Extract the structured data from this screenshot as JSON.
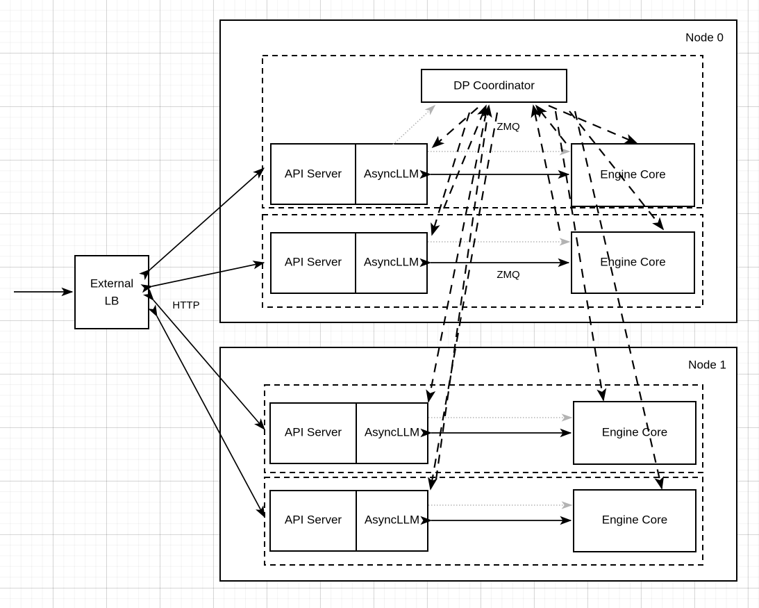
{
  "diagram": {
    "title": "vLLM data-parallel deployment topology",
    "colors": {
      "stroke": "#000000",
      "background": "#ffffff",
      "grid_minor": "#f0f0f0",
      "grid_major": "#e0e0e0",
      "dotted_edge": "#b3b3b3"
    },
    "external": {
      "lb_label_line1": "External",
      "lb_label_line2": "LB",
      "http_label": "HTTP"
    },
    "coordinator": {
      "label": "DP Coordinator"
    },
    "edge_labels": {
      "zmq_top": "ZMQ",
      "zmq_bottom": "ZMQ"
    },
    "nodes": [
      {
        "label": "Node 0",
        "groups": [
          {
            "api_server": "API Server",
            "async_llm": "AsyncLLM",
            "engine_core": "Engine Core"
          },
          {
            "api_server": "API Server",
            "async_llm": "AsyncLLM",
            "engine_core": "Engine Core"
          }
        ]
      },
      {
        "label": "Node 1",
        "groups": [
          {
            "api_server": "API Server",
            "async_llm": "AsyncLLM",
            "engine_core": "Engine Core"
          },
          {
            "api_server": "API Server",
            "async_llm": "AsyncLLM",
            "engine_core": "Engine Core"
          }
        ]
      }
    ]
  }
}
